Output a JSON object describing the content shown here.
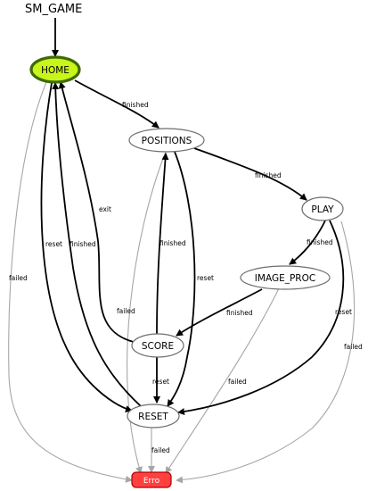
{
  "diagram": {
    "title": "SM_GAME",
    "nodes": {
      "home": {
        "label": "HOME",
        "fill": "#c8f51a",
        "stroke": "#3e6b05",
        "active": true
      },
      "positions": {
        "label": "POSITIONS"
      },
      "play": {
        "label": "PLAY"
      },
      "image_proc": {
        "label": "IMAGE_PROC"
      },
      "score": {
        "label": "SCORE"
      },
      "reset": {
        "label": "RESET"
      },
      "erro": {
        "label": "Erro",
        "fill": "#ff4040",
        "stroke": "#b00000"
      }
    },
    "edges": {
      "home_positions": "finished",
      "positions_play": "finished",
      "play_image_proc": "finished",
      "image_proc_score": "finished",
      "score_positions": "finished",
      "score_home": "exit",
      "reset_home_reset": "reset",
      "reset_home_finished": "finished",
      "positions_reset": "reset",
      "play_reset": "reset",
      "score_reset": "reset",
      "home_erro": "failed",
      "positions_erro": "failed",
      "image_proc_erro": "failed",
      "play_erro": "failed",
      "reset_erro": "failed"
    }
  }
}
